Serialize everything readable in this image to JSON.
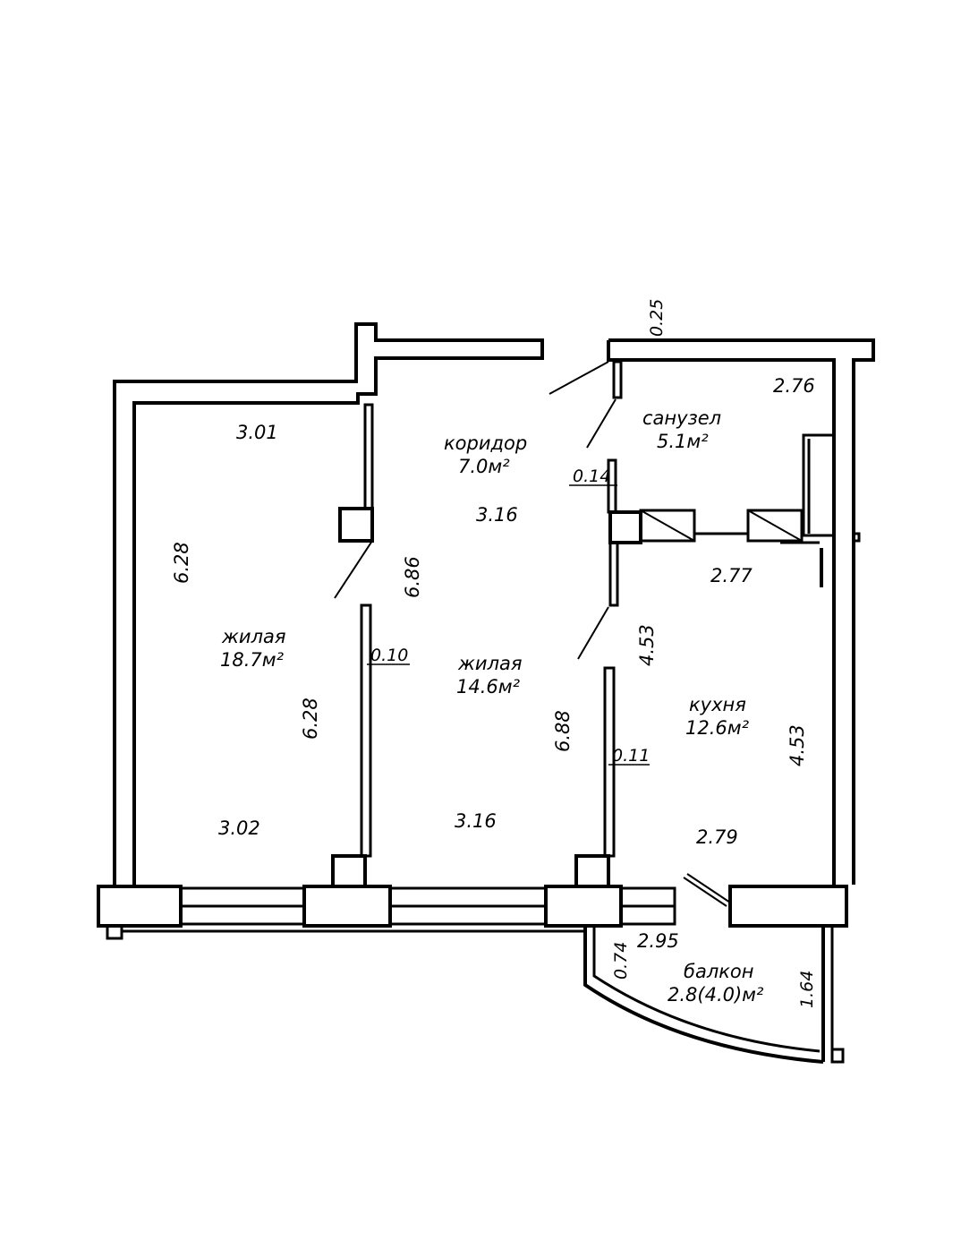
{
  "rooms": {
    "living_left": {
      "name": "жилая",
      "area": "18.7м²"
    },
    "corridor": {
      "name": "коридор",
      "area": "7.0м²"
    },
    "living_mid": {
      "name": "жилая",
      "area": "14.6м²"
    },
    "bathroom": {
      "name": "санузел",
      "area": "5.1м²"
    },
    "kitchen": {
      "name": "кухня",
      "area": "12.6м²"
    },
    "balcony": {
      "name": "балкон",
      "area": "2.8(4.0)м²"
    }
  },
  "dimensions": {
    "left_top_width": "3.01",
    "left_bottom_width": "3.02",
    "left_outer_height": "6.28",
    "left_inner_height": "6.28",
    "corridor_width": "3.16",
    "corridor_height": "6.86",
    "mid_bottom_width": "3.16",
    "mid_height": "6.88",
    "partition_left": "0.10",
    "partition_right": "0.11",
    "bath_wall": "0.14",
    "bath_width": "2.76",
    "outer_wall": "0.25",
    "kitchen_top_width": "2.77",
    "kitchen_bottom_width": "2.79",
    "kitchen_height_left": "4.53",
    "kitchen_height_right": "4.53",
    "balcony_width": "2.95",
    "balcony_side": "0.74",
    "balcony_depth": "1.64"
  }
}
